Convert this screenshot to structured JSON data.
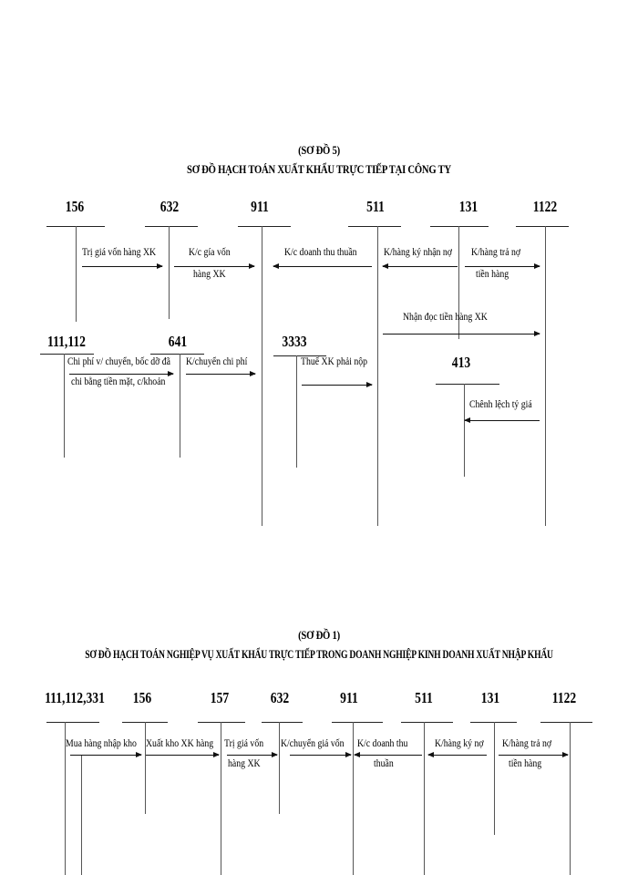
{
  "diagram5": {
    "number": "(SƠ ĐỒ 5)",
    "title": "SƠ ĐỒ HẠCH TOÁN XUẤT KHẨU TRỰC TIẾP TẠI CÔNG TY",
    "accounts": {
      "a156": "156",
      "a632": "632",
      "a911": "911",
      "a511": "511",
      "a131": "131",
      "a1122": "1122",
      "a111_112": "111,112",
      "a641": "641",
      "a3333": "3333",
      "a413": "413"
    },
    "entries": {
      "tri_gia_von": "Trị giá vốn hàng XK",
      "kc_gia_von_1": "K/c gía vốn",
      "kc_gia_von_2": "hàng XK",
      "kc_doanh_thu": "K/c doanh thu thuần",
      "khang_ky_nhan_no": "K/hàng ký nhận nợ",
      "khang_tra_no_1": "K/hàng trả nợ",
      "khang_tra_no_2": "tiền hàng",
      "nhan_duoc_tien": "Nhận đọc  tiền hàng XK",
      "chi_phi_1": "Chi phí v/ chuyển, bốc dỡ đã",
      "chi_phi_2": "chi bằng tiền mặt, c/khoản",
      "kchuyen_chi_phi": "K/chuyển chi phí",
      "thue_xk": "Thuế XK phải nộp",
      "chenh_lech": "Chênh lệch tỷ giá"
    }
  },
  "diagram1": {
    "number": "(SƠ ĐỒ 1)",
    "title": "SƠ ĐỒ HẠCH TOÁN NGHIỆP VỤ XUẤT KHẨU TRỰC TIẾP TRONG DOANH NGHIỆP KINH DOANH XUẤT NHẬP KHẨU",
    "accounts": {
      "a111_112_331": "111,112,331",
      "a156": "156",
      "a157": "157",
      "a632": "632",
      "a911": "911",
      "a511": "511",
      "a131": "131",
      "a1122": "1122"
    },
    "entries": {
      "mua_hang": "Mua hàng nhập kho",
      "xuat_kho": "Xuất kho XK hàng",
      "tri_gia_von_1": "Trị giá vốn",
      "tri_gia_von_2": "hàng XK",
      "kchuyen_gia_von": "K/chuyển giá vốn",
      "kc_doanh_thu_1": "K/c doanh thu",
      "kc_doanh_thu_2": "thuần",
      "khang_ky_no": "K/hàng ký nợ",
      "khang_tra_no_1": "K/hàng trả nợ",
      "khang_tra_no_2": "tiền hàng"
    }
  }
}
